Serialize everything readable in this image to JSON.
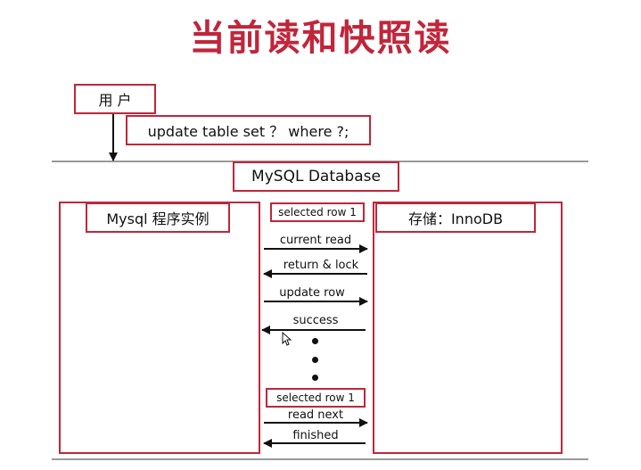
{
  "page": {
    "title": "当前读和快照读"
  },
  "diagram": {
    "user_label": "用  户",
    "sql_statement": "update table set ？ where ?;",
    "database_label": "MySQL    Database",
    "mysql_instance_label": "Mysql  程序实例",
    "storage_label": "存储：InnoDB",
    "selected_row_top": "selected  row 1",
    "selected_row_bottom": "selected  row 1",
    "messages": {
      "current_read": "current read",
      "return_lock": "return  &  lock",
      "update_row": "update  row",
      "success": "success",
      "read_next": "read   next",
      "finished": "finished"
    }
  },
  "colors": {
    "accent": "#c0263b",
    "divider": "#9a9a9a"
  }
}
